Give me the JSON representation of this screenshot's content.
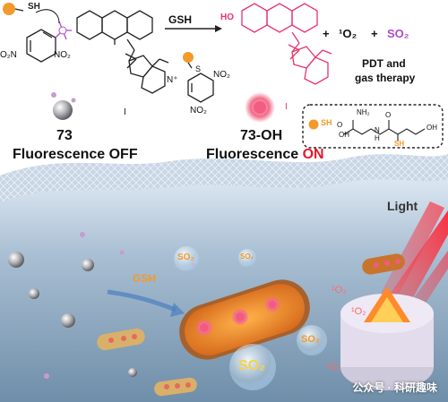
{
  "top": {
    "compound_left": "73",
    "state_left": "Fluorescence OFF",
    "compound_right": "73-OH",
    "state_right_prefix": "Fluorescence",
    "state_right_on": "ON",
    "arrow_label": "GSH",
    "plus_1": "+",
    "singlet_oxygen": "¹O₂",
    "plus_2": "+",
    "so2": "SO₂",
    "pdt_line1": "PDT and",
    "pdt_line2": "gas therapy",
    "sh_left": "SH",
    "no2_a": "O₂N",
    "no2_b": "NO₂",
    "no2_c": "NO₂",
    "no2_d": "NO₂",
    "s_label": "S",
    "ho": "HO",
    "n_plus": "N⁺",
    "iodine_left": "I",
    "iodine_right": "I",
    "gsh_struct_sh": "SH",
    "gsh_struct_nh2": "NH₂",
    "gsh_struct_o1": "O",
    "gsh_struct_oh": "OH",
    "gsh_struct_h": "H",
    "gsh_struct_n": "N",
    "gsh_struct_sh2": "SH",
    "gsh_struct_o2": "O",
    "gsh_struct_oh2": "OH"
  },
  "scene": {
    "light": "Light",
    "gsh": "GSH",
    "so2_labels": [
      "SO₂",
      "SO₂",
      "SO₂",
      "SO₂"
    ],
    "o2_labels": [
      "¹O₂",
      "¹O₂",
      "¹O₂"
    ],
    "watermark": "公众号 · 科研趣味"
  },
  "colors": {
    "pink": "#e8336b",
    "purple": "#b04ac8",
    "orange": "#f39a2a",
    "red_on": "#e8162d",
    "tissue_blue": "#9ab3c8",
    "membrane": "#c8d6e6"
  }
}
